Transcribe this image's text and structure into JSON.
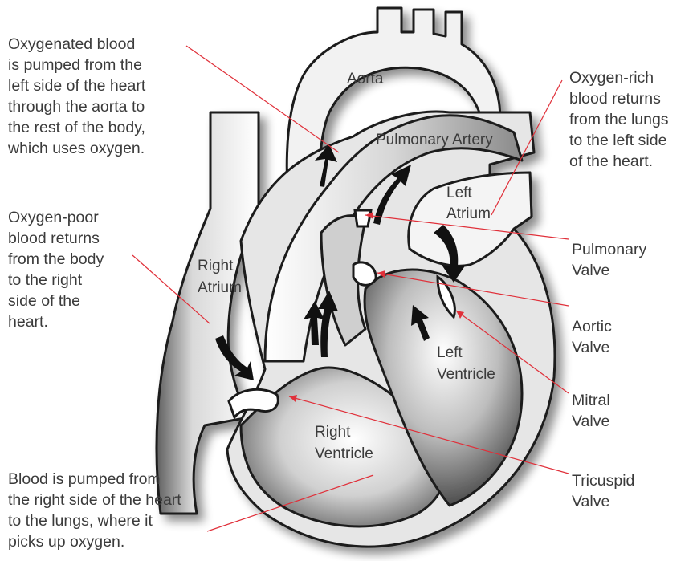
{
  "colors": {
    "outline": "#1a1a1a",
    "light_fill": "#f2f2f2",
    "mid_fill": "#bdbdbd",
    "dark_fill": "#6e6e6e",
    "pointer_line": "#e0303a",
    "text": "#3b3b3b"
  },
  "structures": {
    "aorta": "Aorta",
    "pulmonary_artery": "Pulmonary Artery",
    "left_atrium": [
      "Left",
      "Atrium"
    ],
    "right_atrium": [
      "Right",
      "Atrium"
    ],
    "left_ventricle": [
      "Left",
      "Ventricle"
    ],
    "right_ventricle": [
      "Right",
      "Ventricle"
    ]
  },
  "valves": {
    "pulmonary": "Pulmonary\nValve",
    "aortic": "Aortic\nValve",
    "mitral": "Mitral\nValve",
    "tricuspid": "Tricuspid\nValve"
  },
  "notes": {
    "oxygenated": "Oxygenated blood\nis pumped from the\nleft side of the heart\nthrough the aorta to\nthe rest of the body,\nwhich uses oxygen.",
    "oxygen_poor": "Oxygen-poor\nblood returns\nfrom the body\nto the right\nside of the\nheart.",
    "oxygen_rich": "Oxygen-rich\nblood returns\nfrom the lungs\nto the left side\nof the heart.",
    "pumped_to_lungs": "Blood is pumped from\nthe right side of the heart\nto the lungs, where it\npicks up oxygen."
  }
}
